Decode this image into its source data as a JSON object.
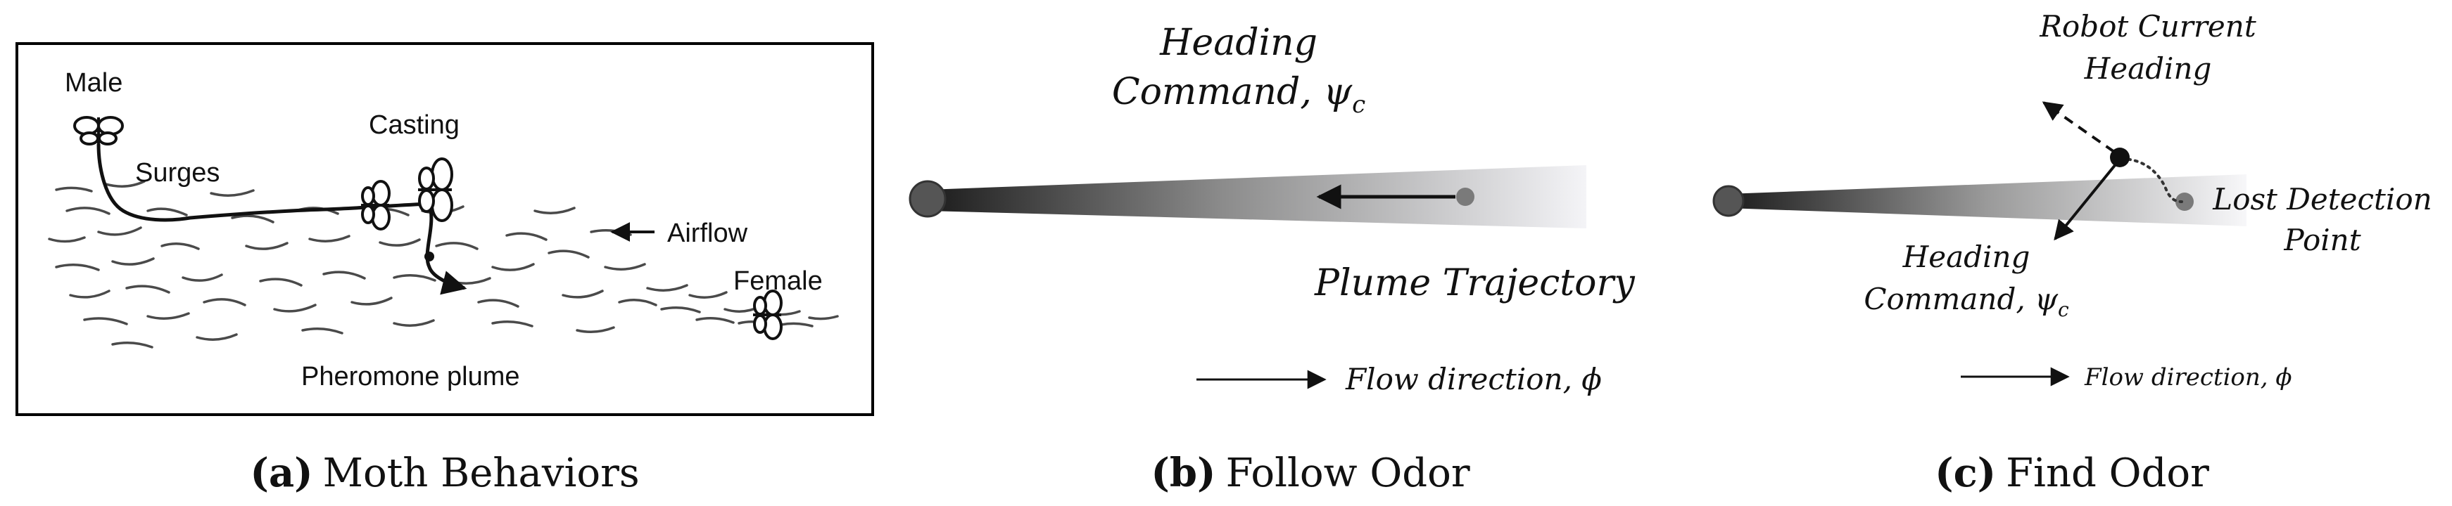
{
  "panel_a": {
    "caption_letter": "(a)",
    "caption_text": "Moth Behaviors",
    "labels": {
      "male": "Male",
      "casting": "Casting",
      "surges": "Surges",
      "airflow": "Airflow",
      "female": "Female",
      "plume": "Pheromone plume"
    },
    "icons": [
      "male-moth-icon",
      "casting-moth-icon",
      "surging-moth-icon",
      "female-moth-icon"
    ]
  },
  "panel_b": {
    "caption_letter": "(b)",
    "caption_text": "Follow Odor",
    "labels": {
      "heading_line1": "Heading",
      "heading_line2": "Command, ψ",
      "heading_sub": "c",
      "plume_trajectory": "Plume Trajectory",
      "flow_direction": "Flow direction, ϕ"
    }
  },
  "panel_c": {
    "caption_letter": "(c)",
    "caption_text": "Find Odor",
    "labels": {
      "robot_line1": "Robot Current",
      "robot_line2": "Heading",
      "lost_line1": "Lost Detection",
      "lost_line2": "Point",
      "heading_line1": "Heading",
      "heading_line2": "Command, ψ",
      "heading_sub": "c",
      "flow_direction": "Flow direction, ϕ"
    }
  },
  "colors": {
    "ink": "#111111",
    "plume_dark": "#2a2a2a",
    "plume_light": "#f2f2f2",
    "source_dot": "#555555",
    "detection_dot": "#7a7a7a",
    "panel_border": "#000000"
  }
}
